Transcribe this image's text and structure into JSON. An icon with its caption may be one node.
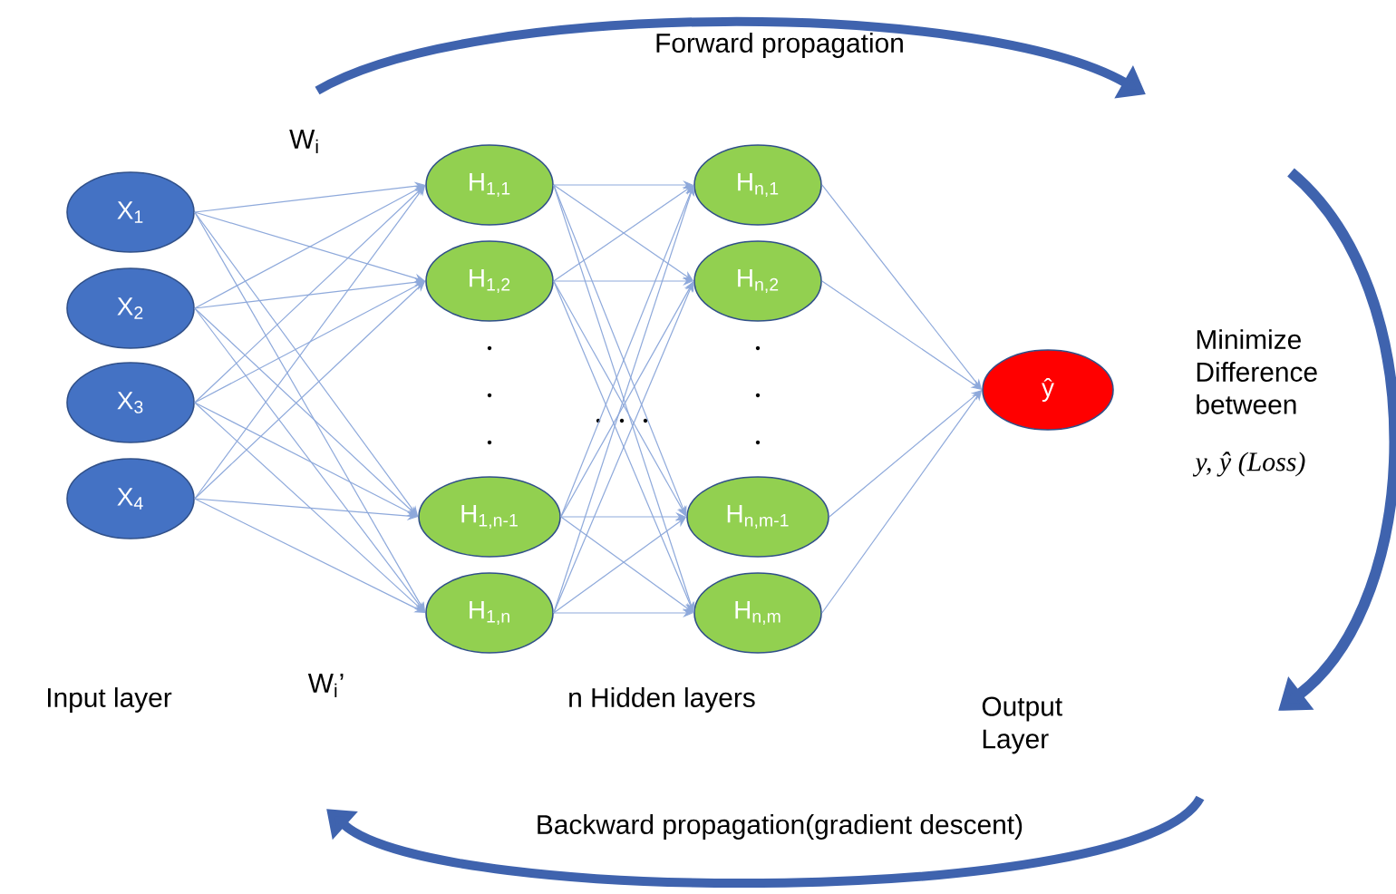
{
  "diagram": {
    "nodes": [
      {
        "text": [
          "X$_{1}$"
        ]
      },
      {
        "text": [
          "X$_{2}$"
        ]
      },
      {
        "text": [
          "X$_{3}$"
        ]
      },
      {
        "text": [
          "X$_{4}$"
        ]
      },
      {
        "text": [
          "H$_{1,1}$"
        ]
      },
      {
        "text": [
          "H$_{1,2}$"
        ]
      },
      {
        "text": [
          "H$_{1,n-1}$"
        ]
      },
      {
        "text": [
          "H$_{1,n}$"
        ]
      },
      {
        "text": [
          "H$_{n,1}$"
        ]
      },
      {
        "text": [
          "H$_{n,2}$"
        ]
      },
      {
        "text": [
          "H$_{n,m-1}$"
        ]
      },
      {
        "text": [
          "H$_{n,m}$"
        ]
      },
      {
        "text": [
          "ŷ"
        ]
      }
    ],
    "edges": [
      {
        "from": 0,
        "to": 4,
        "arrow": "to"
      },
      {
        "from": 0,
        "to": 5,
        "arrow": "to"
      },
      {
        "from": 0,
        "to": 6,
        "arrow": "to"
      },
      {
        "from": 0,
        "to": 7,
        "arrow": "to"
      },
      {
        "from": 1,
        "to": 4,
        "arrow": "to"
      },
      {
        "from": 1,
        "to": 5,
        "arrow": "to"
      },
      {
        "from": 1,
        "to": 6,
        "arrow": "to"
      },
      {
        "from": 1,
        "to": 7,
        "arrow": "to"
      },
      {
        "from": 2,
        "to": 4,
        "arrow": "to"
      },
      {
        "from": 2,
        "to": 5,
        "arrow": "to"
      },
      {
        "from": 2,
        "to": 6,
        "arrow": "to"
      },
      {
        "from": 2,
        "to": 7,
        "arrow": "to"
      },
      {
        "from": 3,
        "to": 4,
        "arrow": "to"
      },
      {
        "from": 3,
        "to": 5,
        "arrow": "to"
      },
      {
        "from": 3,
        "to": 6,
        "arrow": "to"
      },
      {
        "from": 3,
        "to": 7,
        "arrow": "to"
      },
      {
        "from": 4,
        "to": 8,
        "arrow": "to"
      },
      {
        "from": 4,
        "to": 9,
        "arrow": "to"
      },
      {
        "from": 4,
        "to": 10,
        "arrow": "to"
      },
      {
        "from": 4,
        "to": 11,
        "arrow": "to"
      },
      {
        "from": 5,
        "to": 8,
        "arrow": "to"
      },
      {
        "from": 5,
        "to": 9,
        "arrow": "to"
      },
      {
        "from": 5,
        "to": 10,
        "arrow": "to"
      },
      {
        "from": 5,
        "to": 11,
        "arrow": "to"
      },
      {
        "from": 6,
        "to": 8,
        "arrow": "to"
      },
      {
        "from": 6,
        "to": 9,
        "arrow": "to"
      },
      {
        "from": 6,
        "to": 10,
        "arrow": "to"
      },
      {
        "from": 6,
        "to": 11,
        "arrow": "to"
      },
      {
        "from": 7,
        "to": 8,
        "arrow": "to"
      },
      {
        "from": 7,
        "to": 9,
        "arrow": "to"
      },
      {
        "from": 7,
        "to": 10,
        "arrow": "to"
      },
      {
        "from": 7,
        "to": 11,
        "arrow": "to"
      },
      {
        "from": 8,
        "to": 12,
        "arrow": "to"
      },
      {
        "from": 9,
        "to": 12,
        "arrow": "to"
      },
      {
        "from": 10,
        "to": 12,
        "arrow": "to"
      },
      {
        "from": 11,
        "to": 12,
        "arrow": "to"
      }
    ],
    "labels": [
      "Forward propagation",
      "W$_{i}$",
      "Minimize Difference between",
      "y, ŷ (Loss)",
      "W$_{i}$’",
      "Input layer",
      "n Hidden layers",
      "Output Layer",
      "Backward propagation(gradient descent)"
    ]
  }
}
